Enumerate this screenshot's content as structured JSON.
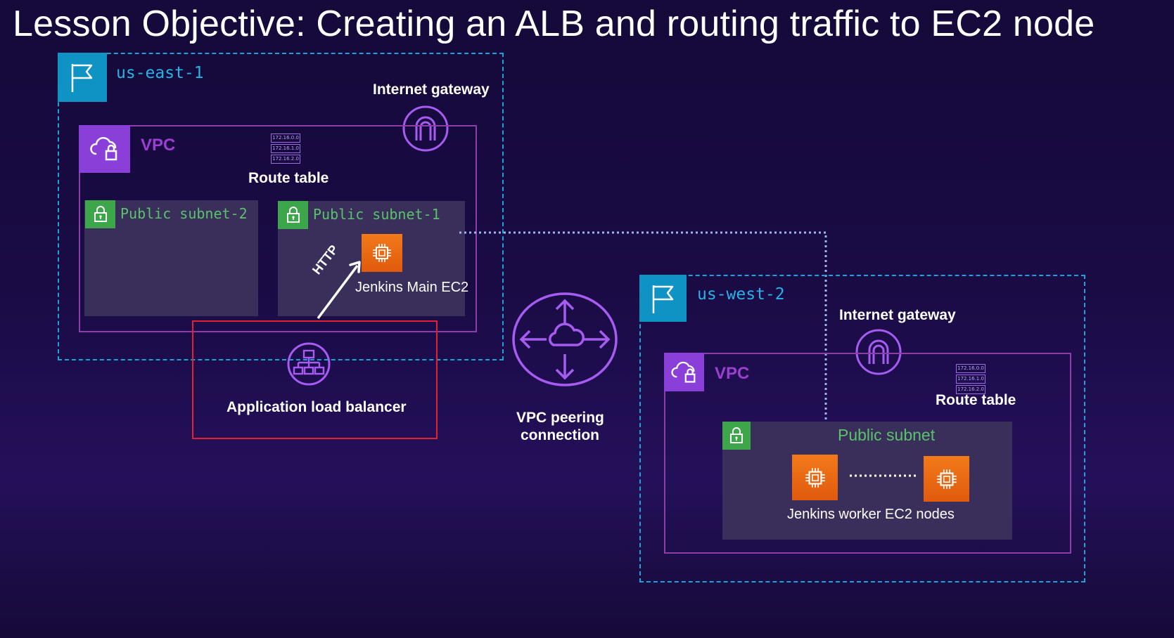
{
  "title": "Lesson Objective: Creating an ALB and routing traffic to EC2 node",
  "east": {
    "region_label": "us-east-1",
    "internet_gateway": "Internet gateway",
    "vpc_label": "VPC",
    "route_table": "Route table",
    "route_entries": [
      "172.16.0.0",
      "172.16.1.0",
      "172.16.2.0"
    ],
    "subnet2_label": "Public subnet-2",
    "subnet1_label": "Public subnet-1",
    "ec2_label": "Jenkins Main EC2",
    "http_label": "HTTP"
  },
  "alb": {
    "label": "Application load balancer"
  },
  "peering": {
    "label_line1": "VPC peering",
    "label_line2": "connection"
  },
  "west": {
    "region_label": "us-west-2",
    "internet_gateway": "Internet gateway",
    "vpc_label": "VPC",
    "route_table": "Route table",
    "route_entries": [
      "172.16.0.0",
      "172.16.1.0",
      "172.16.2.0"
    ],
    "subnet_label": "Public subnet",
    "workers_label": "Jenkins worker EC2 nodes"
  },
  "colors": {
    "region_border": "#1aa3d6",
    "vpc_border": "#8c3fa8",
    "subnet_green": "#3ea64a",
    "ec2_orange": "#e8650f",
    "alb_highlight": "#e0232e",
    "accent_purple": "#a65cf0"
  }
}
